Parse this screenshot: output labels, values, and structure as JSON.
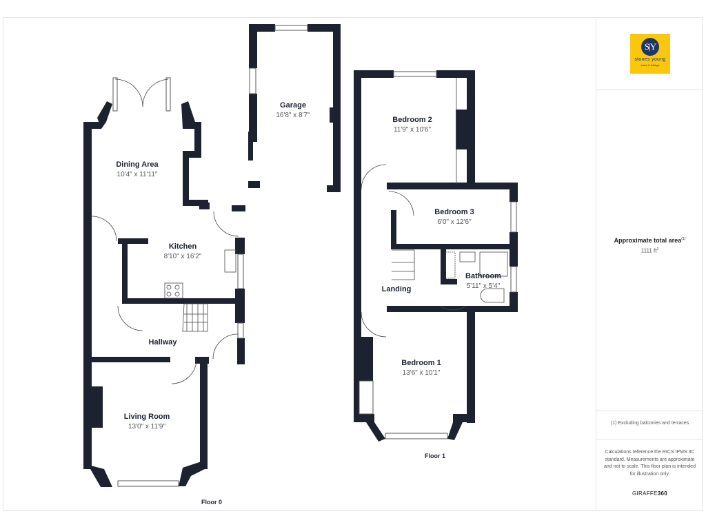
{
  "brand": {
    "logo_initials": "S|Y",
    "logo_name": "stones young",
    "logo_tagline": "sales & lettings",
    "logo_bg_color": "#f9c80e",
    "logo_circle_color": "#1f3566"
  },
  "summary": {
    "area_title": "Approximate total area",
    "area_title_note": "(1)",
    "area_value": "1111 ft",
    "area_unit_sup": "2"
  },
  "notes": {
    "footnote": "(1) Excluding balconies and terraces",
    "disclaimer": "Calculations reference the RICS IPMS 3C standard. Measurements are approximate and not to scale. This floor plan is intended for illustration only.",
    "provider_prefix": "GIRAFFE",
    "provider_suffix": "360"
  },
  "floors": [
    {
      "label": "Floor 0",
      "rooms": [
        {
          "name": "Garage",
          "dims": "16'8\" x 8'7\""
        },
        {
          "name": "Dining Area",
          "dims": "10'4\" x 11'11\""
        },
        {
          "name": "Kitchen",
          "dims": "8'10\" x 16'2\""
        },
        {
          "name": "Hallway",
          "dims": ""
        },
        {
          "name": "Living Room",
          "dims": "13'0\" x 11'9\""
        }
      ]
    },
    {
      "label": "Floor 1",
      "rooms": [
        {
          "name": "Bedroom 2",
          "dims": "11'9\" x 10'6\""
        },
        {
          "name": "Bedroom 3",
          "dims": "6'0\" x 12'6\""
        },
        {
          "name": "Bathroom",
          "dims": "5'11\" x 5'4\""
        },
        {
          "name": "Landing",
          "dims": ""
        },
        {
          "name": "Bedroom 1",
          "dims": "13'6\" x 10'1\""
        }
      ]
    }
  ],
  "colors": {
    "wall": "#1c2230",
    "border": "#e4e2e8"
  }
}
